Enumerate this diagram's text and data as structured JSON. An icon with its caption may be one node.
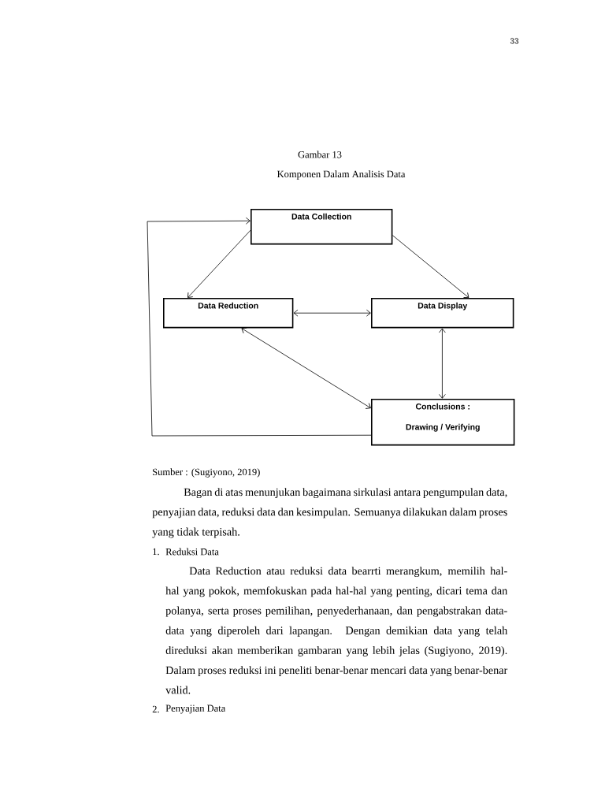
{
  "diagram": {
    "nodes": [
      {
        "text": [
          "Data Collection"
        ]
      },
      {
        "text": [
          "Data Reduction"
        ]
      },
      {
        "text": [
          "Data Display"
        ]
      },
      {
        "text": [
          "Conclusions :",
          "Drawing / Verifying"
        ]
      }
    ],
    "edges": [
      {
        "from": 0,
        "to": 1,
        "arrow": "to"
      },
      {
        "from": 0,
        "to": 2,
        "arrow": "to"
      },
      {
        "from": 1,
        "to": 2,
        "arrow": "both"
      },
      {
        "from": 1,
        "to": 3,
        "arrow": "both"
      },
      {
        "from": 2,
        "to": 3,
        "arrow": "both"
      },
      {
        "from": 3,
        "to": 0,
        "arrow": "to"
      }
    ],
    "labels": [
      "33",
      "Gambar 13",
      "Komponen Dalam Analisis Data",
      "Sumber : (Sugiyono, 2019)",
      "Bagan di atas menunjukan bagaimana sirkulasi antara pengumpulan data, penyajian data, reduksi data dan kesimpulan. Semuanya dilakukan dalam proses yang tidak terpisah.",
      "1.",
      "Reduksi Data",
      "Data Reduction atau reduksi data bearrti merangkum, memilih hal-hal yang pokok, memfokuskan pada hal-hal yang penting, dicari tema dan polanya, serta proses pemilihan, penyederhanaan, dan pengabstrakan data-data yang diperoleh dari lapangan. Dengan demikian data yang telah direduksi akan memberikan gambaran yang lebih jelas (Sugiyono, 2019). Dalam proses reduksi ini peneliti benar-benar mencari data yang benar-benar valid.",
      "2.",
      "Penyajian Data"
    ]
  }
}
